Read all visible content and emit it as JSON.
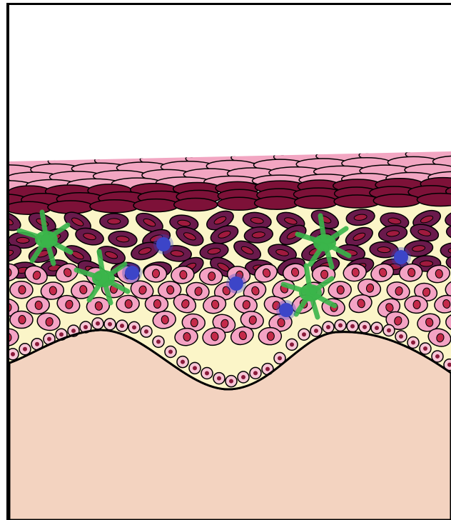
{
  "figure": {
    "layers": [
      {
        "id": "stratum-corneum",
        "color": "#f2a6c2"
      },
      {
        "id": "stratum-granulosum",
        "color": "#7d1138"
      },
      {
        "id": "stratum-spinosum",
        "color": "#6a1a4c"
      },
      {
        "id": "stratum-spinosum-lower",
        "color": "#f4a3c4"
      },
      {
        "id": "stratum-basale",
        "color": "#f7c6d6"
      },
      {
        "id": "dermis",
        "color": "#f3d3c0"
      }
    ],
    "matrix_color": "#fbf5c8",
    "cell_types": [
      {
        "id": "langerhans-cell",
        "color": "#3ab54a",
        "count": 4
      },
      {
        "id": "lymphocyte",
        "color": "#3c45c8",
        "count": 6
      }
    ],
    "outline_color": "#000000"
  }
}
